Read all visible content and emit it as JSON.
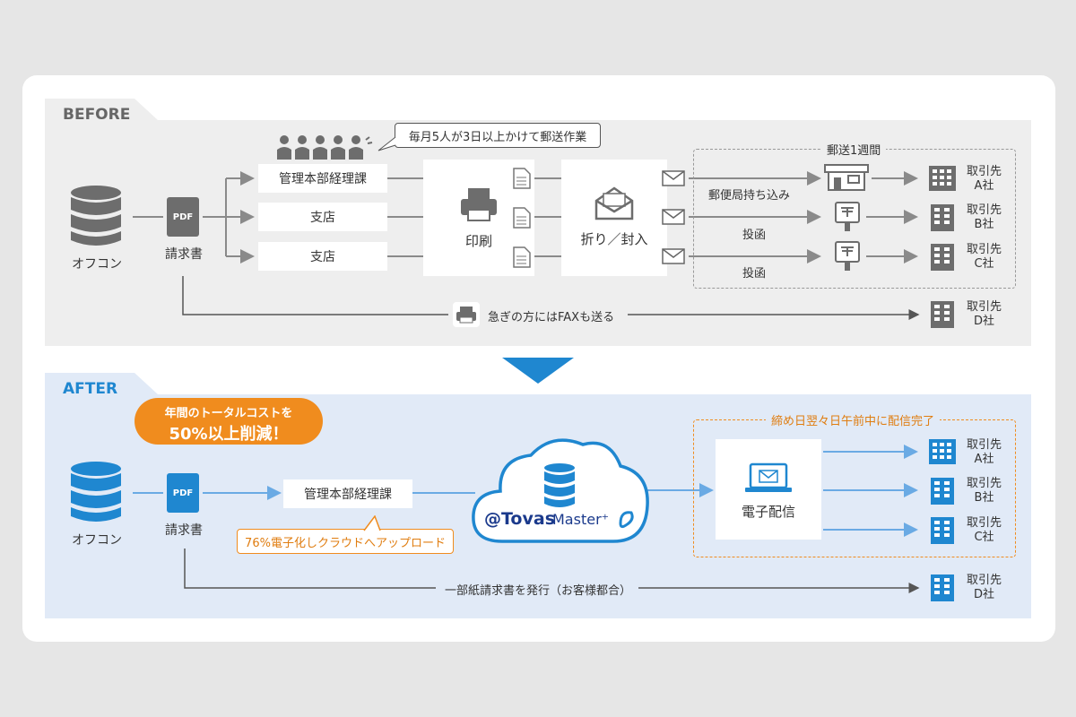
{
  "before": {
    "section_label": "BEFORE",
    "source": "オフコン",
    "invoice_pdf": "PDF",
    "invoice": "請求書",
    "depts": [
      "管理本部経理課",
      "支店",
      "支店"
    ],
    "staff_bubble": "毎月5人が3日以上かけて郵送作業",
    "print": "印刷",
    "fold": "折り／封入",
    "shipping_title": "郵送1週間",
    "post_office": "郵便局持ち込み",
    "drop": [
      "投函",
      "投函"
    ],
    "fax_note": "急ぎの方にはFAXも送る",
    "clients": [
      {
        "l1": "取引先",
        "l2": "A社"
      },
      {
        "l1": "取引先",
        "l2": "B社"
      },
      {
        "l1": "取引先",
        "l2": "C社"
      },
      {
        "l1": "取引先",
        "l2": "D社"
      }
    ]
  },
  "after": {
    "section_label": "AFTER",
    "cost_line1": "年間のトータルコストを",
    "cost_line2": "50%以上削減！",
    "source": "オフコン",
    "invoice_pdf": "PDF",
    "invoice": "請求書",
    "dept": "管理本部経理課",
    "upload_bubble": "76%電子化しクラウドへアップロード",
    "service": "@Tovas",
    "service_suffix": "Master⁺",
    "delivery_title": "締め日翌々日午前中に配信完了",
    "delivery": "電子配信",
    "paper_note": "一部紙請求書を発行（お客様都合）",
    "clients": [
      {
        "l1": "取引先",
        "l2": "A社"
      },
      {
        "l1": "取引先",
        "l2": "B社"
      },
      {
        "l1": "取引先",
        "l2": "C社"
      },
      {
        "l1": "取引先",
        "l2": "D社"
      }
    ]
  },
  "colors": {
    "accent_blue": "#1f87d0",
    "accent_orange": "#f08c1e",
    "gray": "#888888"
  }
}
